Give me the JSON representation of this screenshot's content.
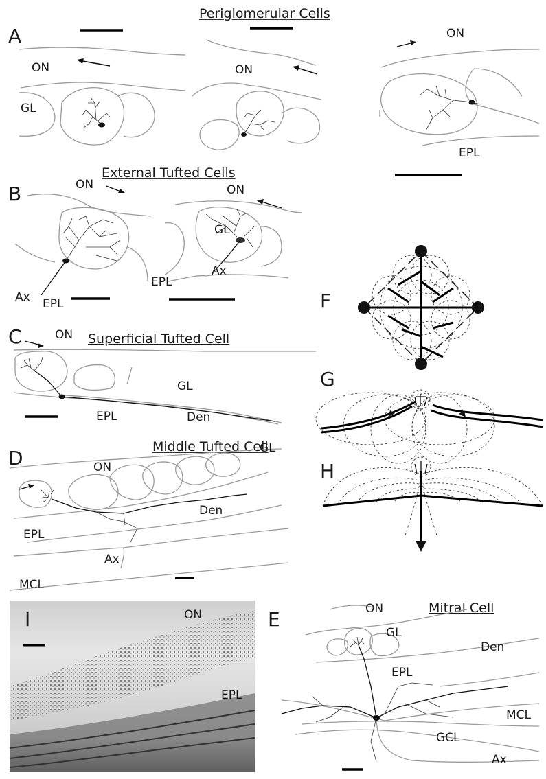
{
  "panels": {
    "A": {
      "letter": "A",
      "title": "Periglomerular Cells",
      "on_1": "ON",
      "on_2": "ON",
      "on_3": "ON",
      "gl": "GL",
      "epl": "EPL"
    },
    "B": {
      "letter": "B",
      "title": "External Tufted Cells",
      "on_1": "ON",
      "on_2": "ON",
      "gl": "GL",
      "ax_1": "Ax",
      "ax_2": "Ax",
      "epl_1": "EPL",
      "epl_2": "EPL"
    },
    "C": {
      "letter": "C",
      "title": "Superficial Tufted Cell",
      "on": "ON",
      "gl": "GL",
      "epl": "EPL",
      "den": "Den"
    },
    "D": {
      "letter": "D",
      "title": "Middle Tufted Cell",
      "on": "ON",
      "gl": "GL",
      "den": "Den",
      "epl": "EPL",
      "ax": "Ax",
      "mcl": "MCL"
    },
    "E": {
      "letter": "E",
      "title": "Mitral Cell",
      "on": "ON",
      "gl": "GL",
      "den": "Den",
      "epl": "EPL",
      "mcl": "MCL",
      "gcl": "GCL",
      "ax": "Ax"
    },
    "F": {
      "letter": "F"
    },
    "G": {
      "letter": "G"
    },
    "H": {
      "letter": "H"
    },
    "I": {
      "letter": "I",
      "on": "ON",
      "epl": "EPL"
    }
  },
  "colors": {
    "ink": "#111111",
    "tissue_outline": "#9a9a9a",
    "micrograph_bg": "#d4d4d4"
  }
}
